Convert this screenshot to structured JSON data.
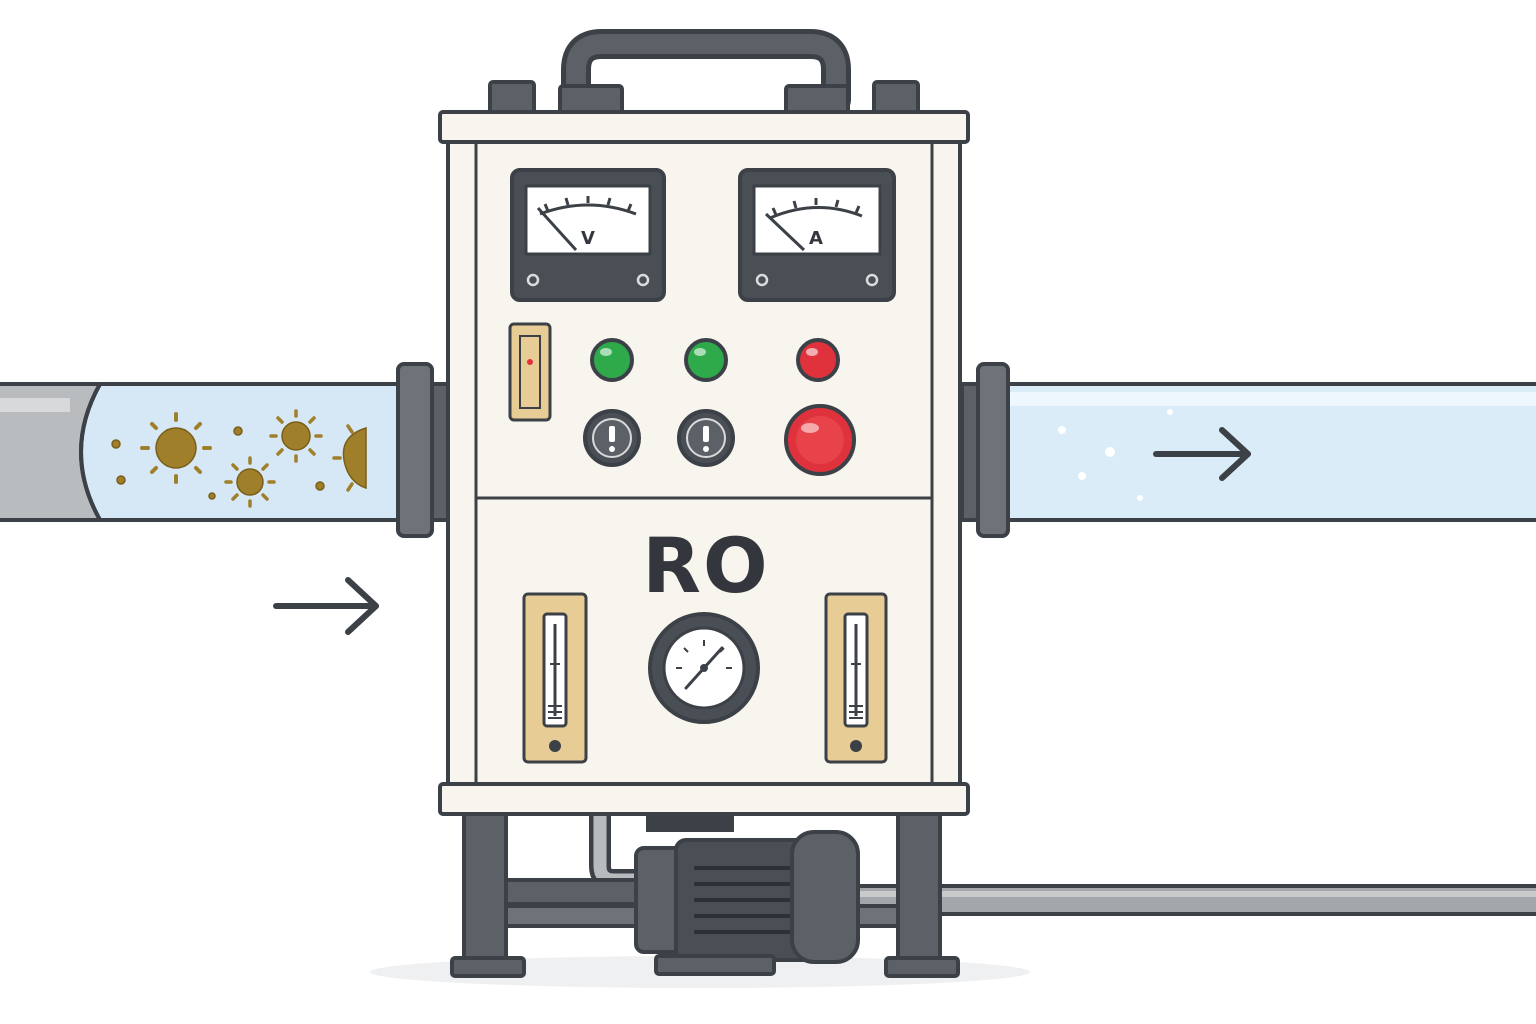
{
  "unit": {
    "label": "RO",
    "voltmeter_symbol": "V",
    "ammeter_symbol": "A"
  },
  "indicators": [
    {
      "name": "indicator-light-1",
      "color": "#2eaa4a"
    },
    {
      "name": "indicator-light-2",
      "color": "#2eaa4a"
    },
    {
      "name": "indicator-light-3",
      "color": "#e0323c"
    }
  ],
  "colors": {
    "outline": "#3c4047",
    "panel": "#f8f5ee",
    "frame": "#5c6168",
    "raw_water": "#d6e8f5",
    "clean_water": "#d9ecf8",
    "contaminant": "#a07f2a",
    "tan": "#e7cc96",
    "red_button": "#e0323c"
  },
  "flow": {
    "inlet_arrow": "right-arrow-icon",
    "outlet_arrow": "right-arrow-icon"
  }
}
